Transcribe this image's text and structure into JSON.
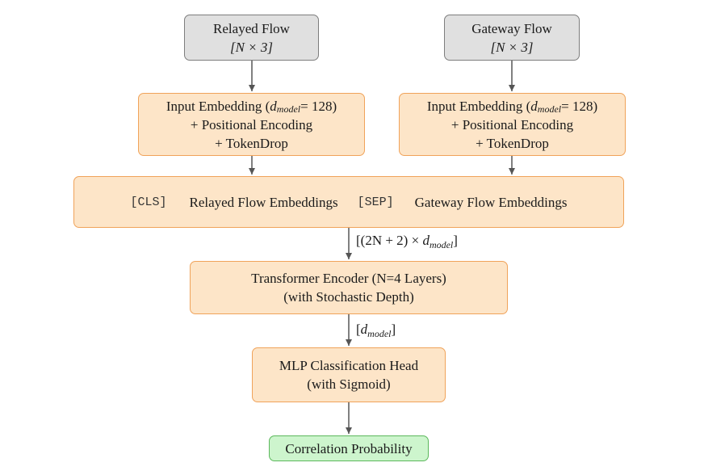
{
  "relayed_input": {
    "title": "Relayed Flow",
    "shape": "[N × 3]"
  },
  "gateway_input": {
    "title": "Gateway Flow",
    "shape": "[N × 3]"
  },
  "embedding": {
    "line1_prefix": "Input Embedding (",
    "d_symbol": "d",
    "d_subscript": "model",
    "line1_suffix": " = 128)",
    "line2": "+ Positional Encoding",
    "line3": "+ TokenDrop"
  },
  "sequence": {
    "cls_token": "[CLS]",
    "relayed_label": "Relayed Flow Embeddings",
    "sep_token": "[SEP]",
    "gateway_label": "Gateway Flow Embeddings"
  },
  "edge_sequence": {
    "prefix": "[(2N + 2) × ",
    "d_symbol": "d",
    "d_subscript": "model",
    "suffix": "]"
  },
  "transformer": {
    "line1": "Transformer Encoder (N=4 Layers)",
    "line2": "(with Stochastic Depth)"
  },
  "edge_transformer": {
    "prefix": "[",
    "d_symbol": "d",
    "d_subscript": "model",
    "suffix": "]"
  },
  "mlp": {
    "line1": "MLP Classification Head",
    "line2": "(with Sigmoid)"
  },
  "output": {
    "label": "Correlation Probability"
  },
  "colors": {
    "input_fill": "#e0e0e0",
    "process_fill": "#fde5c8",
    "process_border": "#f0a35a",
    "output_fill": "#cdf5cd",
    "output_border": "#5cb85c",
    "arrow": "#555555"
  }
}
